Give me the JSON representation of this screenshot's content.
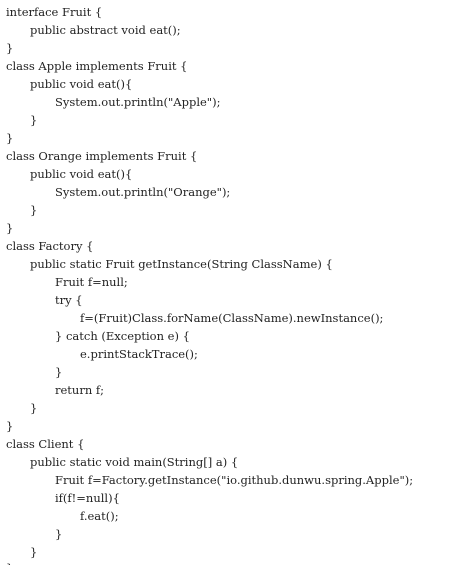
{
  "code": {
    "lines": [
      "interface Fruit {",
      "public abstract void eat();",
      "}",
      "class Apple implements Fruit {",
      "public void eat(){",
      "System.out.println(\"Apple\");",
      "}",
      "}",
      "class Orange implements Fruit {",
      "public void eat(){",
      "System.out.println(\"Orange\");",
      "}",
      "}",
      "class Factory {",
      "public static Fruit getInstance(String ClassName) {",
      "Fruit f=null;",
      "try {",
      "f=(Fruit)Class.forName(ClassName).newInstance();",
      "} catch (Exception e) {",
      "e.printStackTrace();",
      "}",
      "return f;",
      "}",
      "}",
      "class Client {",
      "public static void main(String[] a) {",
      "Fruit f=Factory.getInstance(\"io.github.dunwu.spring.Apple\");",
      "if(f!=null){",
      "f.eat();",
      "}",
      "}",
      "}"
    ]
  }
}
